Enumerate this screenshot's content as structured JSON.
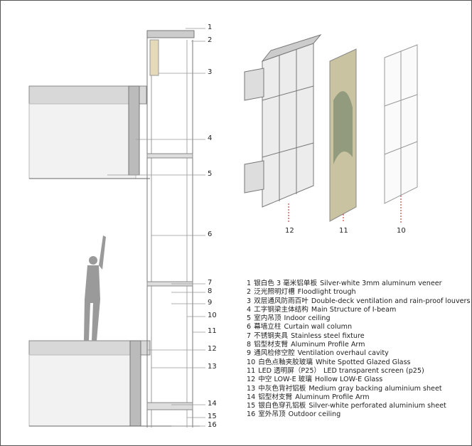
{
  "callouts_section": [
    "1",
    "2",
    "3",
    "4",
    "5",
    "6",
    "7",
    "8",
    "9",
    "10",
    "11",
    "12",
    "13",
    "14",
    "15",
    "16"
  ],
  "callouts_exploded": [
    "12",
    "11",
    "10"
  ],
  "legend": [
    {
      "n": "1",
      "zh": "银白色 3 毫米铝单板",
      "en": "Silver-white 3mm aluminum veneer"
    },
    {
      "n": "2",
      "zh": "泛光照明灯槽",
      "en": "Floodlight trough"
    },
    {
      "n": "3",
      "zh": "双层通风防雨百叶",
      "en": "Double-deck ventilation and rain-proof louvers"
    },
    {
      "n": "4",
      "zh": "工字钢梁主体结构",
      "en": "Main Structure of I-beam"
    },
    {
      "n": "5",
      "zh": "室内吊顶",
      "en": "Indoor ceiling"
    },
    {
      "n": "6",
      "zh": "幕墙立柱",
      "en": "Curtain wall column"
    },
    {
      "n": "7",
      "zh": "不锈钢夹具",
      "en": "Stainless steel fixture"
    },
    {
      "n": "8",
      "zh": "铝型材支臂",
      "en": "Aluminum Profile Arm"
    },
    {
      "n": "9",
      "zh": "通风检修空腔",
      "en": "Ventilation overhaul cavity"
    },
    {
      "n": "10",
      "zh": "白色点釉夹胶玻璃",
      "en": "White Spotted Glazed Glass"
    },
    {
      "n": "11",
      "zh": "LED 透明屏（P25）",
      "en": "LED transparent screen (p25)"
    },
    {
      "n": "12",
      "zh": "中空 LOW-E 玻璃",
      "en": "Hollow LOW-E Glass"
    },
    {
      "n": "13",
      "zh": "中灰色背衬铝板",
      "en": "Medium gray backing aluminium sheet"
    },
    {
      "n": "14",
      "zh": "铝型材支臂",
      "en": "Aluminum Profile Arm"
    },
    {
      "n": "15",
      "zh": "银白色穿孔铝板",
      "en": "Silver-white perforated aluminium sheet"
    },
    {
      "n": "16",
      "zh": "室外吊顶",
      "en": "Outdoor ceiling"
    }
  ]
}
